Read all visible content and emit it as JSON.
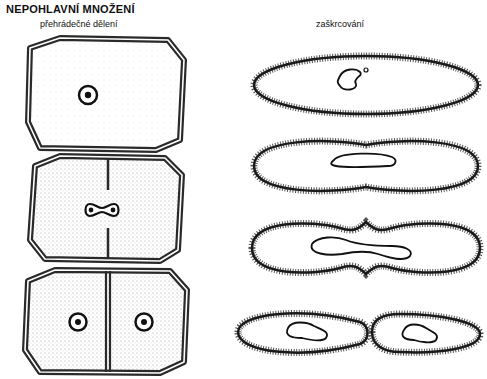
{
  "diagram": {
    "title": "NEPOHLAVNÍ MNOŽENÍ",
    "labels": [
      "přehrádečné dělení",
      "zaškrcování"
    ]
  }
}
